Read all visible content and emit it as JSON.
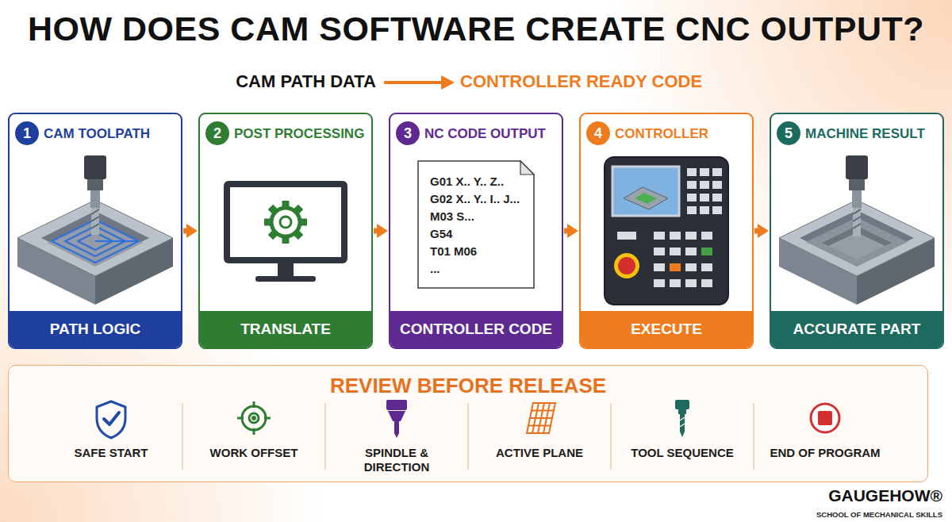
{
  "diagram": {
    "title": "HOW DOES CAM SOFTWARE CREATE CNC OUTPUT?",
    "nodes": [
      {
        "text": [
          "CAM TOOLPATH",
          "PATH LOGIC"
        ]
      },
      {
        "text": [
          "1"
        ],
        "in": 0
      },
      {
        "text": [
          "POST PROCESSING",
          "TRANSLATE"
        ]
      },
      {
        "text": [
          "2"
        ],
        "in": 2
      },
      {
        "text": [
          "NC CODE OUTPUT",
          "CONTROLLER CODE"
        ]
      },
      {
        "text": [
          "3"
        ],
        "in": 4
      },
      {
        "text": [
          "G01 X.. Y.. Z..",
          "G02 X.. Y.. I.. J...",
          "M03 S...",
          "G54",
          "T01 M06",
          "..."
        ],
        "in": 4
      },
      {
        "text": [
          "CONTROLLER",
          "EXECUTE"
        ]
      },
      {
        "text": [
          "4"
        ],
        "in": 7
      },
      {
        "text": [
          "MACHINE RESULT",
          "ACCURATE PART"
        ]
      },
      {
        "text": [
          "5"
        ],
        "in": 9
      },
      {
        "text": [
          "REVIEW BEFORE RELEASE"
        ]
      }
    ],
    "edges": [
      {
        "from": 0,
        "to": 2,
        "arrow": "to"
      },
      {
        "from": 2,
        "to": 4,
        "arrow": "to"
      },
      {
        "from": 4,
        "to": 7,
        "arrow": "to"
      },
      {
        "from": 7,
        "to": 9,
        "arrow": "to"
      }
    ],
    "labels": [
      "CAM PATH DATA",
      "CONTROLLER READY CODE",
      "SAFE START",
      "WORK OFFSET",
      "SPINDLE & DIRECTION",
      "ACTIVE PLANE",
      "TOOL SEQUENCE",
      "END OF PROGRAM",
      "GAUGEHOW®",
      "SCHOOL OF MECHANICAL SKILLS"
    ]
  }
}
